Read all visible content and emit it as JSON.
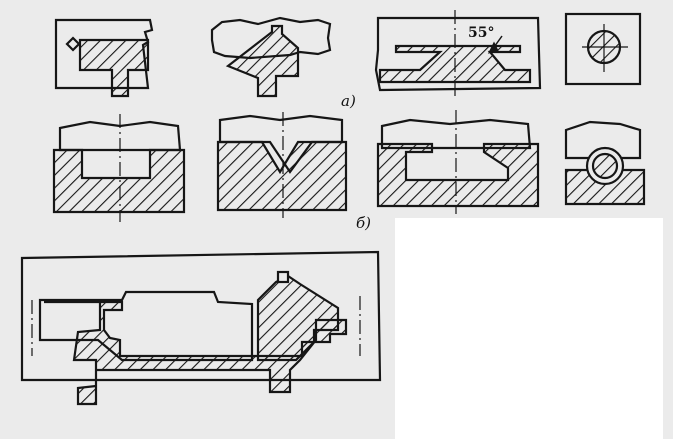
{
  "labels": {
    "row_a": "а)",
    "row_b": "б)",
    "angle": "55°"
  },
  "colors": {
    "ink": "#161616",
    "paper": "#ebebeb",
    "blank_area": "#ffffff"
  }
}
